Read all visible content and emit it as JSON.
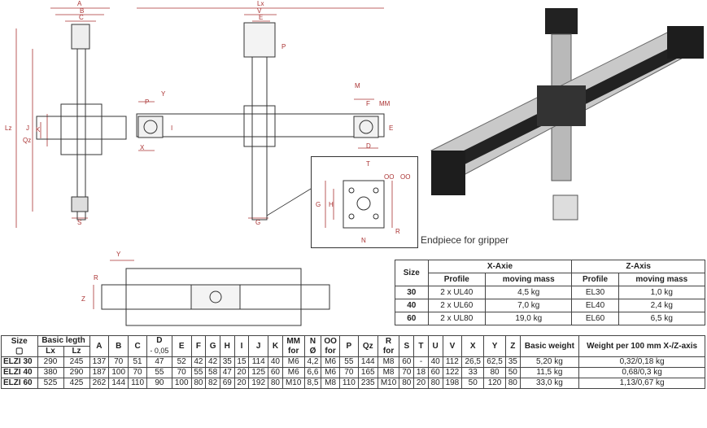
{
  "drawing_labels": {
    "side_top": [
      "A",
      "B",
      "C"
    ],
    "side_left": [
      "Lz",
      "Qz"
    ],
    "side_mid": [
      "K",
      "J",
      "S"
    ],
    "front_top": [
      "Lx",
      "V",
      "E",
      "P"
    ],
    "front_left": [
      "Y",
      "P",
      "X",
      "I"
    ],
    "front_right": [
      "M",
      "F",
      "MM",
      "E",
      "D"
    ],
    "front_bottom": [
      "G"
    ],
    "detail": [
      "T",
      "OO",
      "OO",
      "G",
      "H",
      "N",
      "R"
    ],
    "bottom_view": [
      "Y",
      "R",
      "Z"
    ]
  },
  "caption": "Endpiece for gripper",
  "axis_table": {
    "headers": {
      "size": "Size",
      "x_axis": "X-Axie",
      "z_axis": "Z-Axis"
    },
    "subheaders": {
      "profile": "Profile",
      "moving_mass": "moving mass",
      "profile2": "Profile",
      "moving_mass2": "moving mass"
    },
    "rows": [
      {
        "size": "30",
        "x_profile": "2 x UL40",
        "x_mass": "4,5 kg",
        "z_profile": "EL30",
        "z_mass": "1,0 kg"
      },
      {
        "size": "40",
        "x_profile": "2 x UL60",
        "x_mass": "7,0 kg",
        "z_profile": "EL40",
        "z_mass": "2,4 kg"
      },
      {
        "size": "60",
        "x_profile": "2 x UL80",
        "x_mass": "19,0 kg",
        "z_profile": "EL60",
        "z_mass": "6,5 kg"
      }
    ]
  },
  "dims_table": {
    "headers": {
      "size": "Size",
      "size_sym": "▢",
      "basic_length": "Basic legth",
      "lx": "Lx",
      "lz": "Lz",
      "A": "A",
      "B": "B",
      "C": "C",
      "D": "D",
      "D_sub": "- 0,05",
      "E": "E",
      "F": "F",
      "G": "G",
      "H": "H",
      "I": "I",
      "J": "J",
      "K": "K",
      "MM": "MM",
      "MM_sub": "for",
      "N": "N",
      "N_sub": "Ø",
      "OO": "OO",
      "OO_sub": "for",
      "P": "P",
      "Qz": "Qz",
      "R": "R",
      "R_sub": "for",
      "S": "S",
      "T": "T",
      "U": "U",
      "V": "V",
      "X": "X",
      "Y": "Y",
      "Z": "Z",
      "basic_weight": "Basic weight",
      "weight_per": "Weight per 100 mm X-/Z-axis"
    },
    "rows": [
      {
        "name": "ELZI 30",
        "cells": [
          "290",
          "245",
          "137",
          "70",
          "51",
          "47",
          "52",
          "42",
          "42",
          "35",
          "15",
          "114",
          "40",
          "M6",
          "4,2",
          "M6",
          "55",
          "144",
          "M8",
          "60",
          "-",
          "40",
          "112",
          "26,5",
          "62,5",
          "35",
          "5,20 kg",
          "0,32/0,18 kg"
        ]
      },
      {
        "name": "ELZI 40",
        "cells": [
          "380",
          "290",
          "187",
          "100",
          "70",
          "55",
          "70",
          "55",
          "58",
          "47",
          "20",
          "125",
          "60",
          "M6",
          "6,6",
          "M6",
          "70",
          "165",
          "M8",
          "70",
          "18",
          "60",
          "122",
          "33",
          "80",
          "50",
          "11,5 kg",
          "0,68/0,3 kg"
        ]
      },
      {
        "name": "ELZI 60",
        "cells": [
          "525",
          "425",
          "262",
          "144",
          "110",
          "90",
          "100",
          "80",
          "82",
          "69",
          "20",
          "192",
          "80",
          "M10",
          "8,5",
          "M8",
          "110",
          "235",
          "M10",
          "80",
          "20",
          "80",
          "198",
          "50",
          "120",
          "80",
          "33,0 kg",
          "1,13/0,67 kg"
        ]
      }
    ]
  }
}
